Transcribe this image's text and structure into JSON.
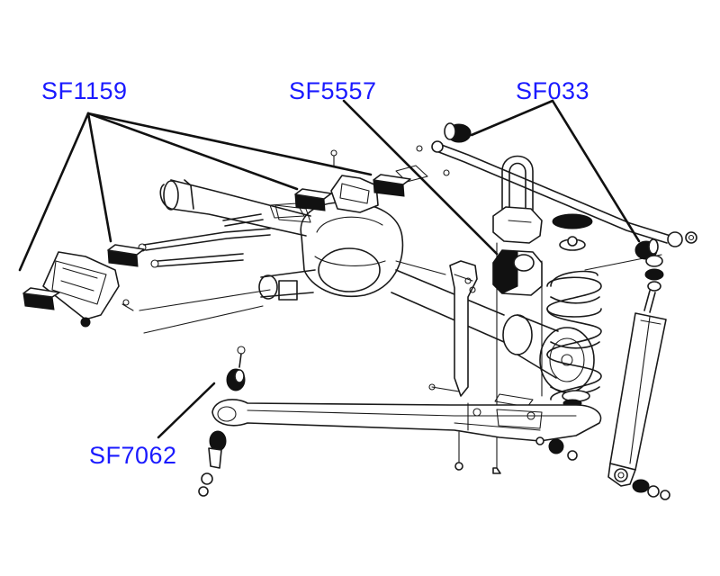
{
  "labels": {
    "sf1159": "SF1159",
    "sf5557": "SF5557",
    "sf033": "SF033",
    "sf7062": "SF7062"
  },
  "colors": {
    "label_text": "#1a1aff",
    "line_art": "#1a1a1a",
    "bushing_fill": "#111111",
    "background": "#ffffff"
  }
}
